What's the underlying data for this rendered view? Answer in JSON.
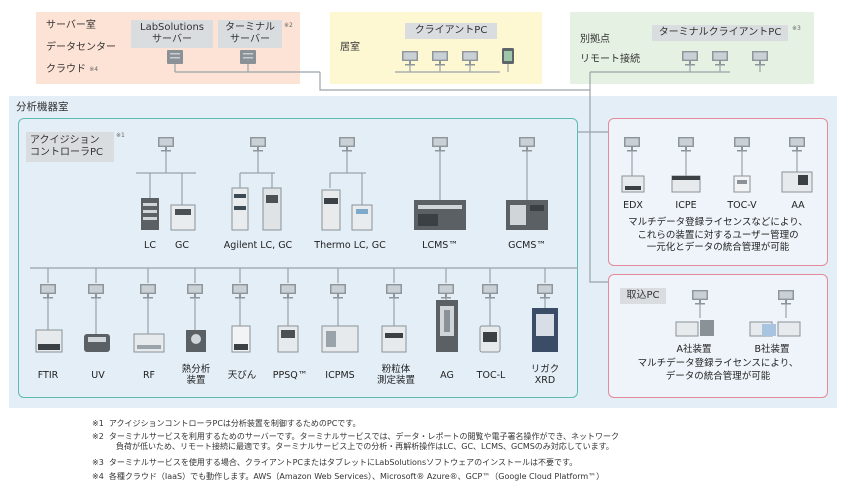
{
  "server_room": {
    "labels": [
      "サーバー室",
      "データセンター",
      "クラウド"
    ],
    "cloud_mark": "※4",
    "labsolutions_server": [
      "LabSolutions",
      "サーバー"
    ],
    "terminal_server": [
      "ターミナル",
      "サーバー"
    ],
    "terminal_server_mark": "※2"
  },
  "office": {
    "label": "居室",
    "client_pc": "クライアントPC"
  },
  "remote": {
    "labels": [
      "別拠点",
      "リモート接続"
    ],
    "terminal_client_pc": "ターミナルクライアントPC",
    "terminal_client_mark": "※3"
  },
  "lab": {
    "title": "分析機器室",
    "acquisition_pc": [
      "アクイジション",
      "コントローラPC"
    ],
    "acquisition_mark": "※1",
    "row1_instruments": [
      "LC",
      "GC",
      "Agilent LC, GC",
      "Thermo LC, GC",
      "LCMS™",
      "GCMS™"
    ],
    "row2_instruments": [
      "FTIR",
      "UV",
      "RF",
      "熱分析\n装置",
      "天びん",
      "PPSQ™",
      "ICPMS",
      "粉粒体\n測定装置",
      "AG",
      "TOC-L",
      "リガク\nXRD"
    ],
    "multi_instruments": [
      "EDX",
      "ICPE",
      "TOC-V",
      "AA"
    ],
    "multi_caption": [
      "マルチデータ登録ライセンスなどにより、",
      "これらの装置に対するユーザー管理の",
      "一元化とデータの統合管理が可能"
    ],
    "import_pc": "取込PC",
    "company_a": "A社装置",
    "company_b": "B社装置",
    "import_caption": [
      "マルチデータ登録ライセンスにより、",
      "データの統合管理が可能"
    ]
  },
  "footnotes": [
    {
      "mark": "※1",
      "text": "アクイジションコントローラPCは分析装置を制御するためのPCです。"
    },
    {
      "mark": "※2",
      "text": "ターミナルサービスを利用するためのサーバーです。ターミナルサービスでは、データ・レポートの閲覧や電子署名操作ができ、ネットワーク"
    },
    {
      "mark": "",
      "text": "負荷が低いため、リモート接続に最適です。ターミナルサービス上での分析・再解析操作はLC、GC、LCMS、GCMSのみ対応しています。"
    },
    {
      "mark": "※3",
      "text": "ターミナルサービスを使用する場合、クライアントPCまたはタブレットにLabSolutionsソフトウェアのインストールは不要です。"
    },
    {
      "mark": "※4",
      "text": "各種クラウド（IaaS）でも動作します。AWS（Amazon Web Services）、Microsoft® Azure®、GCP™（Google Cloud Platform™）"
    }
  ],
  "colors": {
    "server_bg": "#fde3d6",
    "office_bg": "#fdf7d2",
    "remote_bg": "#e5f1e2",
    "lab_bg": "#e3eef7",
    "teal_border": "#5cbcb4",
    "pink_border": "#e48a9a",
    "label_gray": "#d9dde0"
  }
}
